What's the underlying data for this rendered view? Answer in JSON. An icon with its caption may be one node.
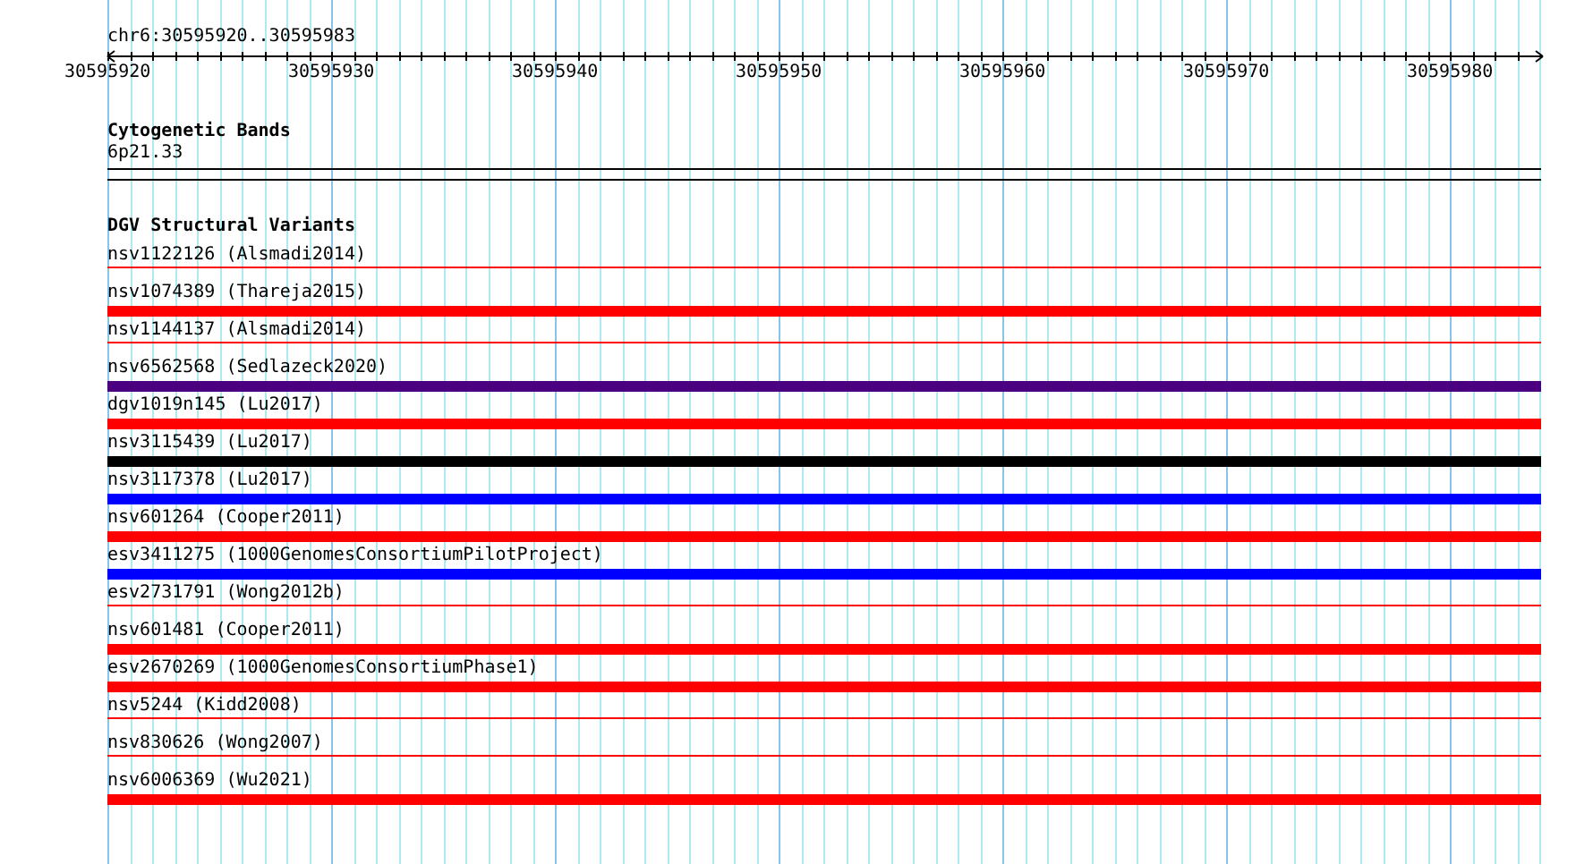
{
  "diagram": {
    "nodes": [
      {
        "text": [
          "Cytogenetic Bands",
          "6p21.33"
        ]
      },
      {
        "text": [
          "DGV Structural Variants"
        ]
      },
      {
        "text": [
          "nsv1122126 (Alsmadi2014)"
        ],
        "in": 1
      },
      {
        "text": [
          "nsv1074389 (Thareja2015)"
        ],
        "in": 1
      },
      {
        "text": [
          "nsv1144137 (Alsmadi2014)"
        ],
        "in": 1
      },
      {
        "text": [
          "nsv6562568 (Sedlazeck2020)"
        ],
        "in": 1
      },
      {
        "text": [
          "dgv1019n145 (Lu2017)"
        ],
        "in": 1
      },
      {
        "text": [
          "nsv3115439 (Lu2017)"
        ],
        "in": 1
      },
      {
        "text": [
          "nsv3117378 (Lu2017)"
        ],
        "in": 1
      },
      {
        "text": [
          "nsv601264 (Cooper2011)"
        ],
        "in": 1
      },
      {
        "text": [
          "esv3411275 (1000GenomesConsortiumPilotProject)"
        ],
        "in": 1
      },
      {
        "text": [
          "esv2731791 (Wong2012b)"
        ],
        "in": 1
      },
      {
        "text": [
          "nsv601481 (Cooper2011)"
        ],
        "in": 1
      },
      {
        "text": [
          "esv2670269 (1000GenomesConsortiumPhase1)"
        ],
        "in": 1
      },
      {
        "text": [
          "nsv5244 (Kidd2008)"
        ],
        "in": 1
      },
      {
        "text": [
          "nsv830626 (Wong2007)"
        ],
        "in": 1
      },
      {
        "text": [
          "nsv6006369 (Wu2021)"
        ],
        "in": 1
      }
    ],
    "labels": [
      "chr6:30595920..30595983",
      "30595920",
      "30595930",
      "30595940",
      "30595950",
      "30595960",
      "30595970",
      "30595980"
    ]
  }
}
